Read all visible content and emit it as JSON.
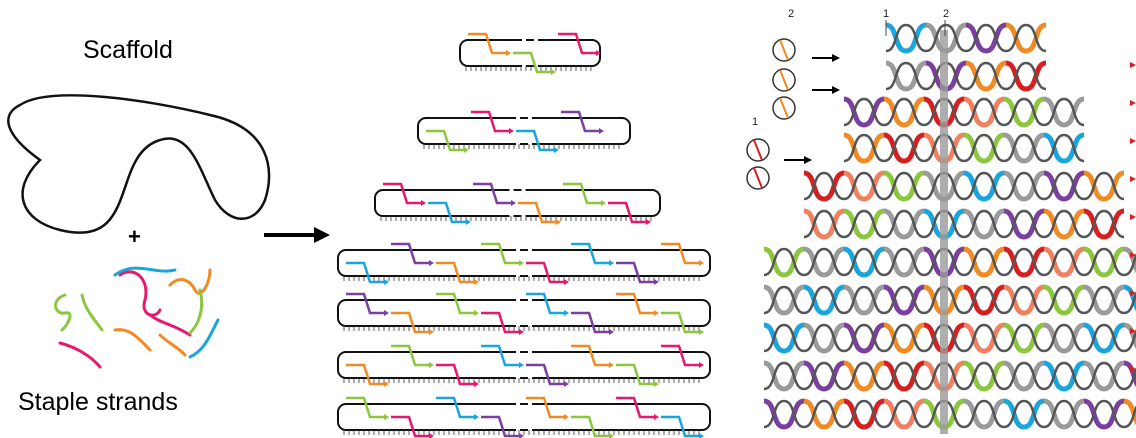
{
  "labels": {
    "scaffold": "Scaffold",
    "plus": "+",
    "staples": "Staple strands",
    "marker_2_inset": "2",
    "marker_1_inset": "1",
    "marker_1_top": "1",
    "marker_2_top": "2"
  },
  "colors": {
    "orange": "#f08a24",
    "green": "#8cc63f",
    "pink": "#e6196e",
    "cyan": "#1aa6dc",
    "purple": "#7b3fa0",
    "red": "#d62020",
    "salmon": "#f08060",
    "gray": "#9a9a9a",
    "black": "#111111"
  }
}
